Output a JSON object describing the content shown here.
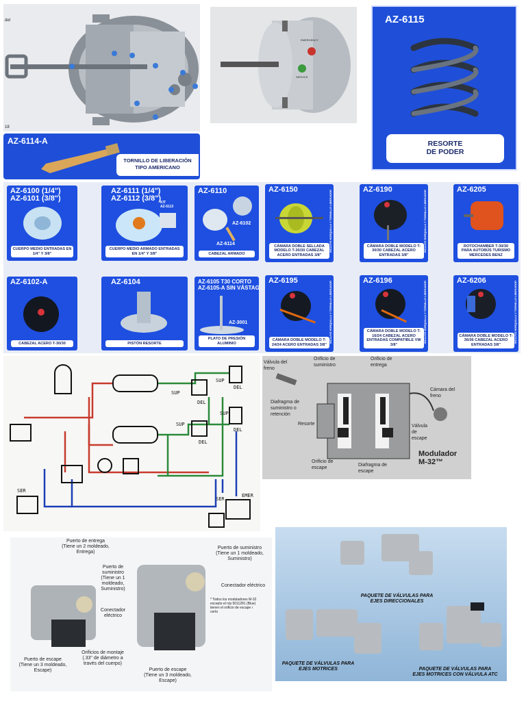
{
  "panel1": {
    "corner": "del",
    "page_no": "18"
  },
  "panel2": {
    "emergency": "EMERGENCY",
    "service": "SERVICE"
  },
  "panel3": {
    "code": "AZ-6115",
    "caption_line1": "RESORTE",
    "caption_line2": "DE PODER"
  },
  "panel4": {
    "code": "AZ-6114-A",
    "caption_line1": "TORNILLO DE LIBERACIÓN",
    "caption_line2": "TIPO AMERICANO"
  },
  "catalog": [
    {
      "code": "AZ-6100 (1/4\")\nAZ-6101 (3/8\")",
      "caption": "CUERPO MEDIO ENTRADAS EN 1/4\" Y 3/8\"",
      "extra": ""
    },
    {
      "code": "AZ-6111 (1/4\")\nAZ-6112 (3/8\")",
      "caption": "CUERPO MEDIO ARMADO ENTRADAS EN 1/4\" Y 3/8\"",
      "extra": "KIT\nAZ-6113"
    },
    {
      "code": "AZ-6110",
      "caption": "CABEZAL ARMADO",
      "extra": "AZ-6102",
      "extra2": "AZ-6114"
    },
    {
      "code": "AZ-6150",
      "caption": "CÁMARA DOBLE SELLADA MODELO T-30/30 CABEZAL ACERO ENTRADAS 3/8\"",
      "vertical": "INCLUYE HORQUILLA Y TORNILLO LIBERADOR"
    },
    {
      "code": "AZ-6190",
      "caption": "CÁMARA DOBLE MODELO T-30/30 CABEZAL ACERO ENTRADAS 3/8\"",
      "vertical": "INCLUYE HORQUILLA Y TORNILLO LIBERADOR"
    },
    {
      "code": "AZ-6205",
      "caption": "ROTOCHAMBER T-30/30 PARA AUTOBÚS TURISMO MERCEDES BENZ"
    },
    {
      "code": "AZ-6102-A",
      "caption": "CABEZAL ACERO T-30/30"
    },
    {
      "code": "AZ-6104",
      "caption": "PISTÓN RESORTE"
    },
    {
      "code": "AZ-6105 T30 CORTO\nAZ-6105-A SIN VÁSTAGO",
      "caption": "PLATO DE PRESIÓN ALUMINIO",
      "extra": "AZ-3001"
    },
    {
      "code": "AZ-6195",
      "caption": "CÁMARA DOBLE MODELO T-24/24 ACERO ENTRADAS 3/8\"",
      "vertical": "INCLUYE HORQUILLA Y TORNILLO LIBERADOR"
    },
    {
      "code": "AZ-6196",
      "caption": "CÁMARA DOBLE MODELO T-16/24 CABEZAL ACERO ENTRADAS COMPATIBLE VW 3/8\"",
      "vertical": "INCLUYE HORQUILLA Y TORNILLO LIBERADOR"
    },
    {
      "code": "AZ-6206",
      "caption": "CÁMARA DOBLE MODELO T-36/36 CABEZAL ACERO ENTRADAS 3/8\"",
      "vertical": "INCLUYE HORQUILLA Y TORNILLO LIBERADOR"
    }
  ],
  "schematic": {
    "labels": [
      "SUP",
      "DEL",
      "SUP",
      "DEL",
      "SUP",
      "DEL",
      "SUP",
      "DEL",
      "SER",
      "SER",
      "EMER"
    ]
  },
  "modulator": {
    "valve": "Válvula del\nfreno",
    "supply": "Orificio de\nsuministro",
    "delivery": "Orificio de\nentrega",
    "chamber": "Cámara del\nfreno",
    "diaphragm": "Diafragma de\nsuministro o\nretención",
    "spring": "Resorte",
    "exhaust_valve": "Válvula\nde\nescape",
    "exhaust_port": "Orificio de\nescape",
    "exhaust_diaphragm": "Diafragma de\nescape",
    "title": "Modulador\nM-32™"
  },
  "ports": {
    "delivery": "Puerto de entrega\n(Tiene un 2 moldeado,\nEntrega)",
    "supply_left": "Puerto de\nsuministro\n(Tiene un 1\nmoldeado,\nSuministro)",
    "supply_right": "Puerto de suministro\n(Tiene un 1 moldeado,\nSuministro)",
    "connector_left": "Conectador\neléctrico",
    "connector_right": "Conectador eléctrico",
    "note": "* Todos los moduladores M-32\nexcepto el n/p 5011281 (Blue)\ntienen el orificio de escape i\ncerto",
    "exhaust_left": "Puerto de escape\n(Tiene un 3 moldeado,\nEscape)",
    "mount": "Orificios de montaje\n(.33\" de diámetro a\ntravés del cuerpo)",
    "exhaust_right": "Puerto de escape\n(Tiene un 3 moldeado,\nEscape)"
  },
  "packages": {
    "steer": "PAQUETE DE VÁLVULAS PARA\nEJES DIRECCIONALES",
    "drive": "PAQUETE DE VÁLVULAS PARA\nEJES MOTRICES",
    "drive_atc": "PAQUETE DE VÁLVULAS PARA\nEJES MOTRICES CON VÁLVULA ATC"
  }
}
